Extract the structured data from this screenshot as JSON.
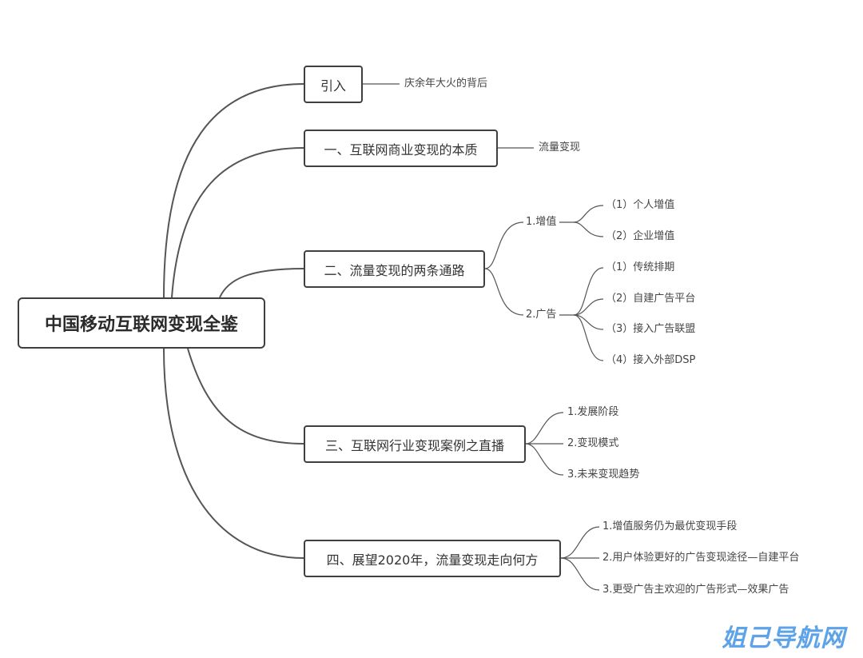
{
  "root": {
    "label": "中国移动互联网变现全鉴"
  },
  "branches": [
    {
      "label": "引入",
      "children": [
        {
          "label": "庆余年大火的背后"
        }
      ]
    },
    {
      "label": "一、互联网商业变现的本质",
      "children": [
        {
          "label": "流量变现"
        }
      ]
    },
    {
      "label": "二、流量变现的两条通路",
      "children": [
        {
          "label": "1.增值",
          "children": [
            {
              "label": "（1）个人增值"
            },
            {
              "label": "（2）企业增值"
            }
          ]
        },
        {
          "label": "2.广告",
          "children": [
            {
              "label": "（1）传统排期"
            },
            {
              "label": "（2）自建广告平台"
            },
            {
              "label": "（3）接入广告联盟"
            },
            {
              "label": "（4）接入外部DSP"
            }
          ]
        }
      ]
    },
    {
      "label": "三、互联网行业变现案例之直播",
      "children": [
        {
          "label": "1.发展阶段"
        },
        {
          "label": "2.变现模式"
        },
        {
          "label": "3.未来变现趋势"
        }
      ]
    },
    {
      "label": "四、展望2020年，流量变现走向何方",
      "children": [
        {
          "label": "1.增值服务仍为最优变现手段"
        },
        {
          "label": "2.用户体验更好的广告变现途径—自建平台"
        },
        {
          "label": "3.更受广告主欢迎的广告形式—效果广告"
        }
      ]
    }
  ],
  "watermark": "姐己导航网",
  "colors": {
    "line": "#555555",
    "border": "#3f3f3f",
    "watermark": "#5ea3e8"
  }
}
